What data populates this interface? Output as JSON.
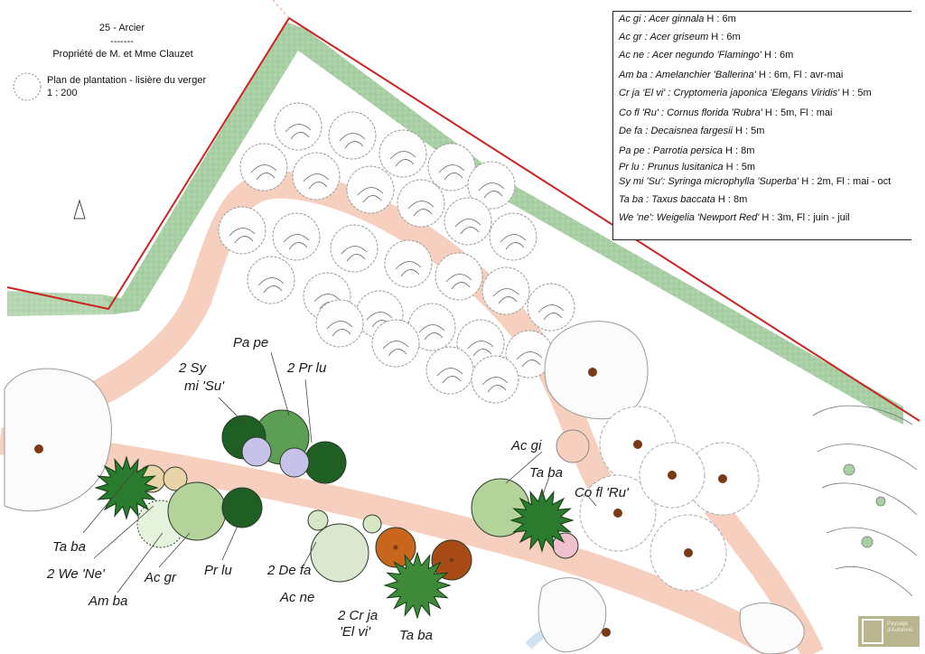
{
  "title_block": {
    "site": "25 - Arcier",
    "separator": "-------",
    "owner": "Propriété de M. et Mme Clauzet",
    "plan_title": "Plan de plantation - lisière du verger",
    "scale": "1 : 200"
  },
  "legend": [
    {
      "code": "Ac gi",
      "name": "Acer ginnala",
      "details": "H : 6m"
    },
    {
      "code": "Ac gr",
      "name": "Acer griseum",
      "details": "H : 6m"
    },
    {
      "code": "Ac ne",
      "name": "Acer negundo 'Flamingo'",
      "details": "H : 6m"
    },
    {
      "code": "Am ba",
      "name": "Amelanchier 'Ballerina'",
      "details": "H : 6m, Fl : avr-mai"
    },
    {
      "code": "Cr ja 'El vi'",
      "name": "Cryptomeria japonica 'Elegans Viridis'",
      "details": "H : 5m"
    },
    {
      "code": "Co fl 'Ru'",
      "name": "Cornus florida 'Rubra'",
      "details": "H : 5m, Fl : mai"
    },
    {
      "code": "De fa",
      "name": "Decaisnea fargesii",
      "details": "H : 5m"
    },
    {
      "code": "Pa pe",
      "name": "Parrotia persica",
      "details": "H : 8m"
    },
    {
      "code": "Pr lu",
      "name": "Prunus lusitanica",
      "details": "H : 5m"
    },
    {
      "code": "Sy mi 'Su'",
      "name": "Syringa microphylla 'Superba'",
      "details": "H : 2m,  Fl : mai - oct",
      "sep": ":"
    },
    {
      "code": "Ta ba",
      "name": "Taxus baccata",
      "details": "H : 8m"
    },
    {
      "code": "We 'ne'",
      "name": "Weigelia 'Newport Red'",
      "details": "H : 3m, Fl : juin - juil",
      "sep": ":"
    }
  ],
  "labels": {
    "pa_pe": "Pa pe",
    "sy_mi_1": "2 Sy",
    "sy_mi_2": "mi 'Su'",
    "pr_lu_top": "2 Pr lu",
    "ta_ba_left": "Ta ba",
    "we_ne": "2 We 'Ne'",
    "am_ba": "Am ba",
    "ac_gr": "Ac gr",
    "pr_lu_bottom": "Pr lu",
    "de_fa": "2 De fa",
    "ac_ne": "Ac ne",
    "cr_ja_1": "2 Cr ja",
    "cr_ja_2": "'El vi'",
    "ta_ba_bottom": "Ta ba",
    "ac_gi": "Ac gi",
    "ta_ba_right": "Ta ba",
    "co_fl": "Co fl 'Ru'"
  },
  "colors": {
    "property_line": "#cc2222",
    "hedge": "#a9cfa5",
    "path": "#f6cfbe",
    "yew": "#2a7b2d",
    "cryptomeria": "#3f8a3a",
    "acer_griseum": "#b3d39a",
    "maple": "#dbe8cf",
    "prunus": "#1f5f24",
    "syringa": "#c7c2ea",
    "parrotia": "#5b9e54",
    "decaisnea": "#c8661e",
    "trunk": "#7a3a14"
  },
  "logo_text": [
    "Paysage",
    "d'Automne"
  ]
}
